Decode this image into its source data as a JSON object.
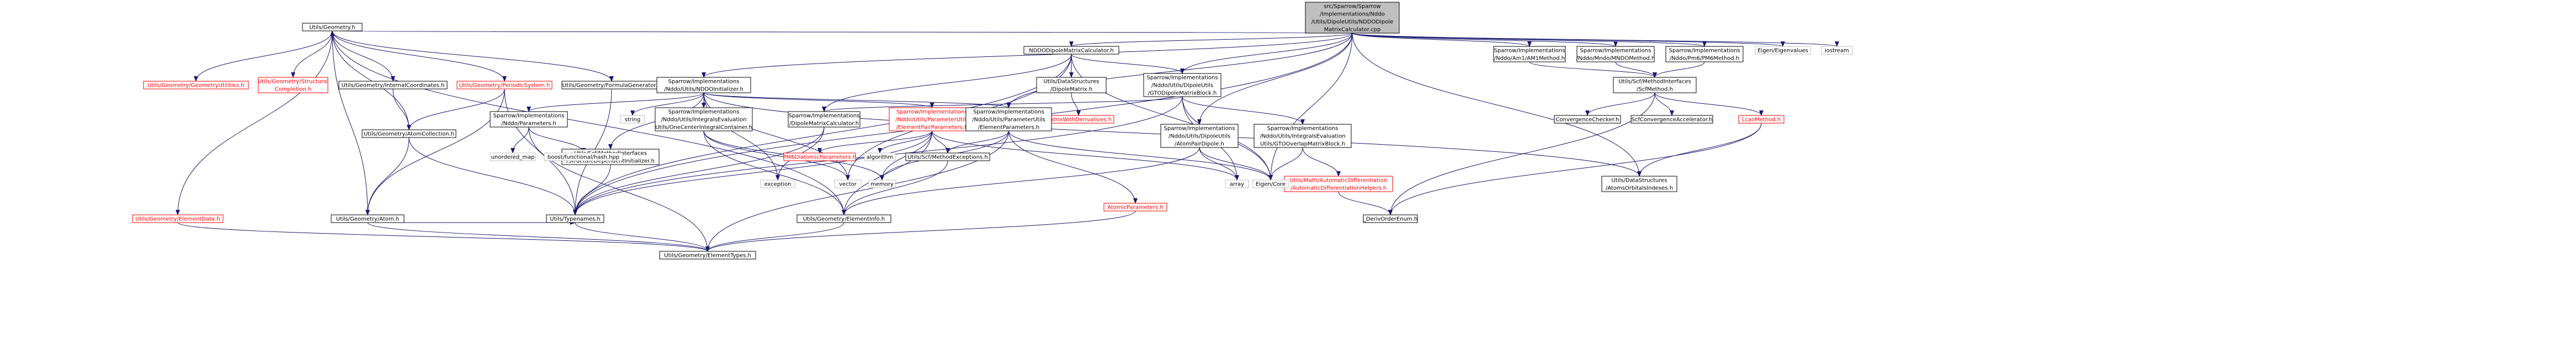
{
  "colors": {
    "root_fill": "#bfbfbf",
    "node_fill": "#ffffff",
    "normal_border": "#000000",
    "truncated_border": "#ff0000",
    "external_border": "#bfbfbf",
    "normal_text": "#000000",
    "truncated_text": "#ff0000",
    "edge": "#191970"
  },
  "nodes": [
    {
      "id": "root",
      "lines": [
        "src/Sparrow/Sparrow",
        "/Implementations/Nddo",
        "/Utils/DipoleUtils/NDDODipole",
        "MatrixCalculator.cpp"
      ],
      "style": "root"
    },
    {
      "id": "geometry_h",
      "lines": [
        "Utils/Geometry.h"
      ],
      "style": "normal"
    },
    {
      "id": "nddo_dipole_calc",
      "lines": [
        "NDDODipoleMatrixCalculator.h"
      ],
      "style": "normal"
    },
    {
      "id": "am1_method",
      "lines": [
        "Sparrow/Implementations",
        "/Nddo/Am1/AM1Method.h"
      ],
      "style": "normal"
    },
    {
      "id": "mndo_method",
      "lines": [
        "Sparrow/Implementations",
        "/Nddo/Mndo/MNDOMethod.h"
      ],
      "style": "normal"
    },
    {
      "id": "pm6_method",
      "lines": [
        "Sparrow/Implementations",
        "/Nddo/Pm6/PM6Method.h"
      ],
      "style": "normal"
    },
    {
      "id": "eigenvalues",
      "lines": [
        "Eigen/Eigenvalues"
      ],
      "style": "external"
    },
    {
      "id": "iostream",
      "lines": [
        "iostream"
      ],
      "style": "external"
    },
    {
      "id": "geom_utilities",
      "lines": [
        "Utils/Geometry/GeometryUtilities.h"
      ],
      "style": "truncated"
    },
    {
      "id": "geom_structural",
      "lines": [
        "Utils/Geometry/Structural",
        "Completion.h"
      ],
      "style": "truncated"
    },
    {
      "id": "geom_internal",
      "lines": [
        "Utils/Geometry/InternalCoordinates.h"
      ],
      "style": "normal"
    },
    {
      "id": "geom_periodic",
      "lines": [
        "Utils/Geometry/PeriodicSystem.h"
      ],
      "style": "truncated"
    },
    {
      "id": "geom_formula",
      "lines": [
        "Utils/Geometry/FormulaGenerator.h"
      ],
      "style": "normal"
    },
    {
      "id": "nddo_initializer",
      "lines": [
        "Sparrow/Implementations",
        "/Nddo/Utils/NDDOInitializer.h"
      ],
      "style": "normal"
    },
    {
      "id": "data_dipole_matrix",
      "lines": [
        "Utils/DataStructures",
        "/DipoleMatrix.h"
      ],
      "style": "normal"
    },
    {
      "id": "g_dipole_block",
      "lines": [
        "Sparrow/Implementations",
        "/Nddo/Utils/DipoleUtils",
        "/GTODipoleMatrixBlock.h"
      ],
      "style": "normal"
    },
    {
      "id": "scf_method_interfaces",
      "lines": [
        "Utils/Scf/MethodInterfaces",
        "/ScfMethod.h"
      ],
      "style": "normal"
    },
    {
      "id": "matrix_derivatives",
      "lines": [
        "MatrixWithDerivatives.h"
      ],
      "style": "truncated"
    },
    {
      "id": "nddo_parameters",
      "lines": [
        "Sparrow/Implementations",
        "/Nddo/Parameters.h"
      ],
      "style": "normal"
    },
    {
      "id": "string",
      "lines": [
        "string"
      ],
      "style": "external"
    },
    {
      "id": "one_center_integral",
      "lines": [
        "Sparrow/Implementations",
        "/Nddo/Utils/IntegralsEvaluation",
        "Utils/OneCenterIntegralContainer.h"
      ],
      "style": "normal"
    },
    {
      "id": "dipole_calc_h",
      "lines": [
        "Sparrow/Implementations",
        "/DipoleMatrixCalculator.h"
      ],
      "style": "normal"
    },
    {
      "id": "element_pair_params",
      "lines": [
        "Sparrow/Implementations",
        "/Nddo/Utils/ParameterUtils",
        "/ElementPairParameters.h"
      ],
      "style": "truncated"
    },
    {
      "id": "element_params",
      "lines": [
        "Sparrow/Implementations",
        "/Nddo/Utils/ParameterUtils",
        "/ElementParameters.h"
      ],
      "style": "normal"
    },
    {
      "id": "atom_pair_dipole",
      "lines": [
        "Sparrow/Implementations",
        "/Nddo/Utils/DipoleUtils",
        "/AtomPairDipole.h"
      ],
      "style": "normal"
    },
    {
      "id": "gto_overlap_block",
      "lines": [
        "Sparrow/Implementations",
        "/Nddo/Utils/IntegralsEvaluation",
        "Utils/GTOOverlapMatrixBlock.h"
      ],
      "style": "normal"
    },
    {
      "id": "convergence_checker",
      "lines": [
        "ConvergenceChecker.h"
      ],
      "style": "normal"
    },
    {
      "id": "scf_convergence_acc",
      "lines": [
        "ScfConvergenceAccelerator.h"
      ],
      "style": "normal"
    },
    {
      "id": "lcao_method",
      "lines": [
        "LcaoMethod.h"
      ],
      "style": "truncated"
    },
    {
      "id": "atom_collection",
      "lines": [
        "Utils/Geometry/AtomCollection.h"
      ],
      "style": "normal"
    },
    {
      "id": "structure_dep_init",
      "lines": [
        "Utils/Scf/MethodInterfaces",
        "/StructureDependentInitializer.h"
      ],
      "style": "normal"
    },
    {
      "id": "unordered_map",
      "lines": [
        "unordered_map"
      ],
      "style": "external"
    },
    {
      "id": "boost_hash",
      "lines": [
        "boost/functional/hash.hpp"
      ],
      "style": "external"
    },
    {
      "id": "pm6_diatomic",
      "lines": [
        "PM6DiatomicParameters.h"
      ],
      "style": "truncated"
    },
    {
      "id": "algorithm",
      "lines": [
        "algorithm"
      ],
      "style": "external"
    },
    {
      "id": "scf_exceptions",
      "lines": [
        "Utils/Scf/MethodExceptions.h"
      ],
      "style": "normal"
    },
    {
      "id": "auto_diff_helpers",
      "lines": [
        "Utils/Math/AutomaticDifferentiation",
        "/AutomaticDifferentiationHelpers.h"
      ],
      "style": "truncated"
    },
    {
      "id": "orbital_indexes",
      "lines": [
        "Utils/DataStructures",
        "/AtomsOrbitalsIndexes.h"
      ],
      "style": "normal"
    },
    {
      "id": "exception",
      "lines": [
        "exception"
      ],
      "style": "external"
    },
    {
      "id": "vector",
      "lines": [
        "vector"
      ],
      "style": "external"
    },
    {
      "id": "memory",
      "lines": [
        "memory"
      ],
      "style": "external"
    },
    {
      "id": "array",
      "lines": [
        "array"
      ],
      "style": "external"
    },
    {
      "id": "eigen_core",
      "lines": [
        "Eigen/Core"
      ],
      "style": "external"
    },
    {
      "id": "atom_params",
      "lines": [
        "AtomicParameters.h"
      ],
      "style": "truncated"
    },
    {
      "id": "element_data",
      "lines": [
        "Utils/Geometry/ElementData.h"
      ],
      "style": "truncated"
    },
    {
      "id": "atom_h",
      "lines": [
        "Utils/Geometry/Atom.h"
      ],
      "style": "normal"
    },
    {
      "id": "typenames",
      "lines": [
        "Utils/Typenames.h"
      ],
      "style": "normal"
    },
    {
      "id": "element_info",
      "lines": [
        "Utils/Geometry/ElementInfo.h"
      ],
      "style": "normal"
    },
    {
      "id": "deriv_order_enum",
      "lines": [
        "_DerivOrderEnum.h"
      ],
      "style": "normal"
    },
    {
      "id": "element_types",
      "lines": [
        "Utils/Geometry/ElementTypes.h"
      ],
      "style": "normal"
    }
  ]
}
